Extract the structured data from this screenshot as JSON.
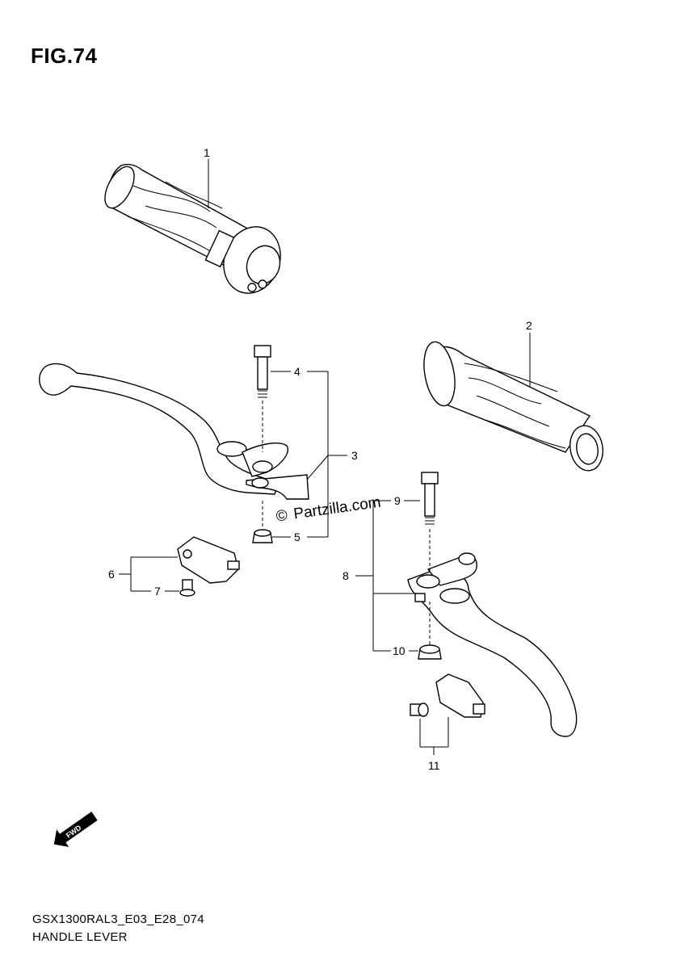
{
  "figure": {
    "title": "FIG.74",
    "code": "GSX1300RAL3_E03_E28_074",
    "name": "HANDLE LEVER",
    "watermark": "Partzilla.com",
    "watermark_symbol": "©"
  },
  "callouts": [
    {
      "id": "1",
      "label": "1"
    },
    {
      "id": "2",
      "label": "2"
    },
    {
      "id": "3",
      "label": "3"
    },
    {
      "id": "4",
      "label": "4"
    },
    {
      "id": "5",
      "label": "5"
    },
    {
      "id": "6",
      "label": "6"
    },
    {
      "id": "7",
      "label": "7"
    },
    {
      "id": "8",
      "label": "8"
    },
    {
      "id": "9",
      "label": "9"
    },
    {
      "id": "10",
      "label": "10"
    },
    {
      "id": "11",
      "label": "11"
    }
  ],
  "fwd_arrow": {
    "label": "FWD"
  },
  "colors": {
    "ink": "#000000",
    "paper": "#ffffff"
  }
}
